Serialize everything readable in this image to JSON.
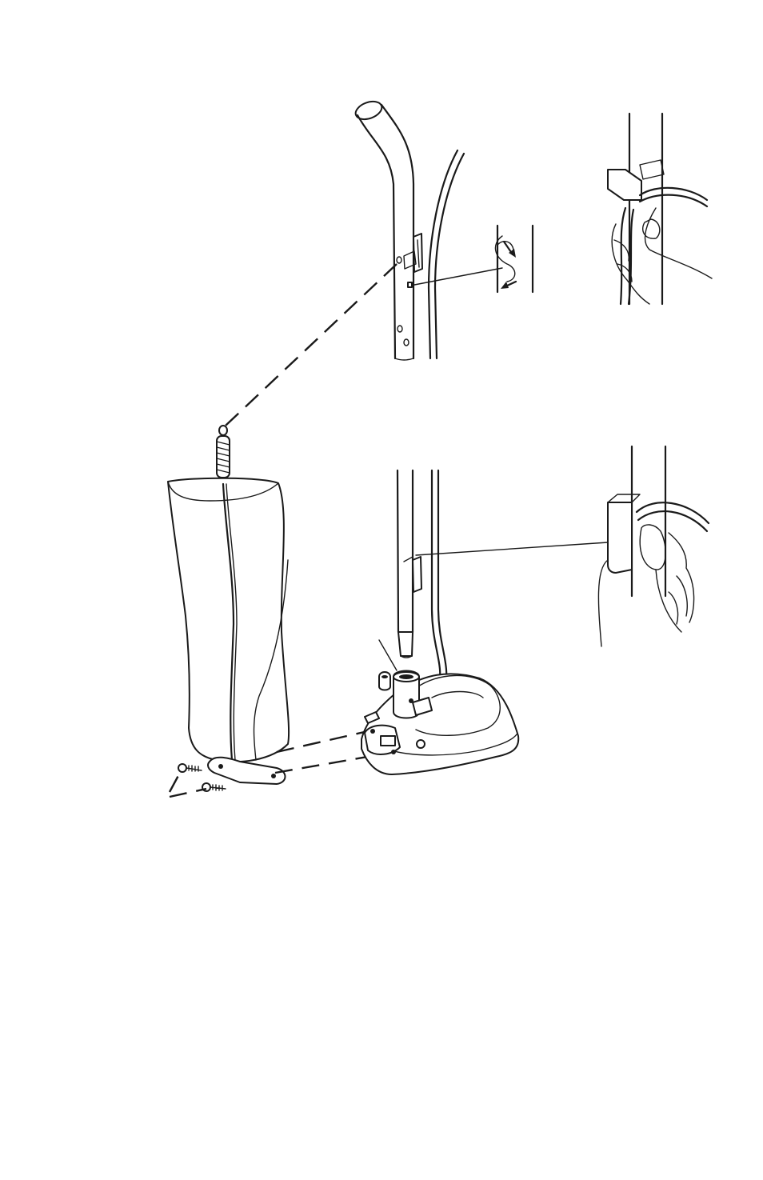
{
  "figure": {
    "text": [],
    "parts": [
      "upper-handle",
      "power-cord",
      "cord-hook",
      "hook-detail-inset",
      "hand-cord-wrap-inset-top",
      "dust-bag",
      "bag-spring",
      "lower-handle-tube",
      "lower-cord-hook",
      "hand-cord-wrap-inset-bottom",
      "vacuum-base",
      "mounting-screws",
      "bag-bracket"
    ]
  }
}
